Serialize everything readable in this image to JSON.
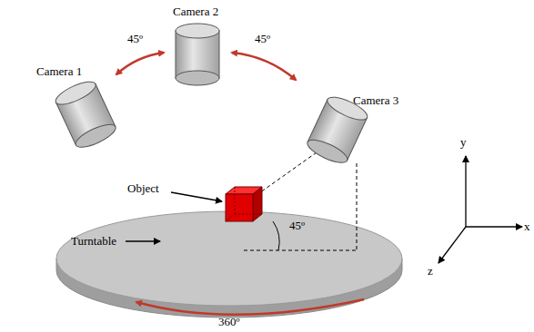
{
  "diagram": {
    "labels": [
      "Camera 2",
      "45º",
      "45º",
      "Camera 1",
      "Camera 3",
      "Object",
      "Turntable",
      "45º",
      "y",
      "x",
      "z",
      "360º"
    ]
  }
}
